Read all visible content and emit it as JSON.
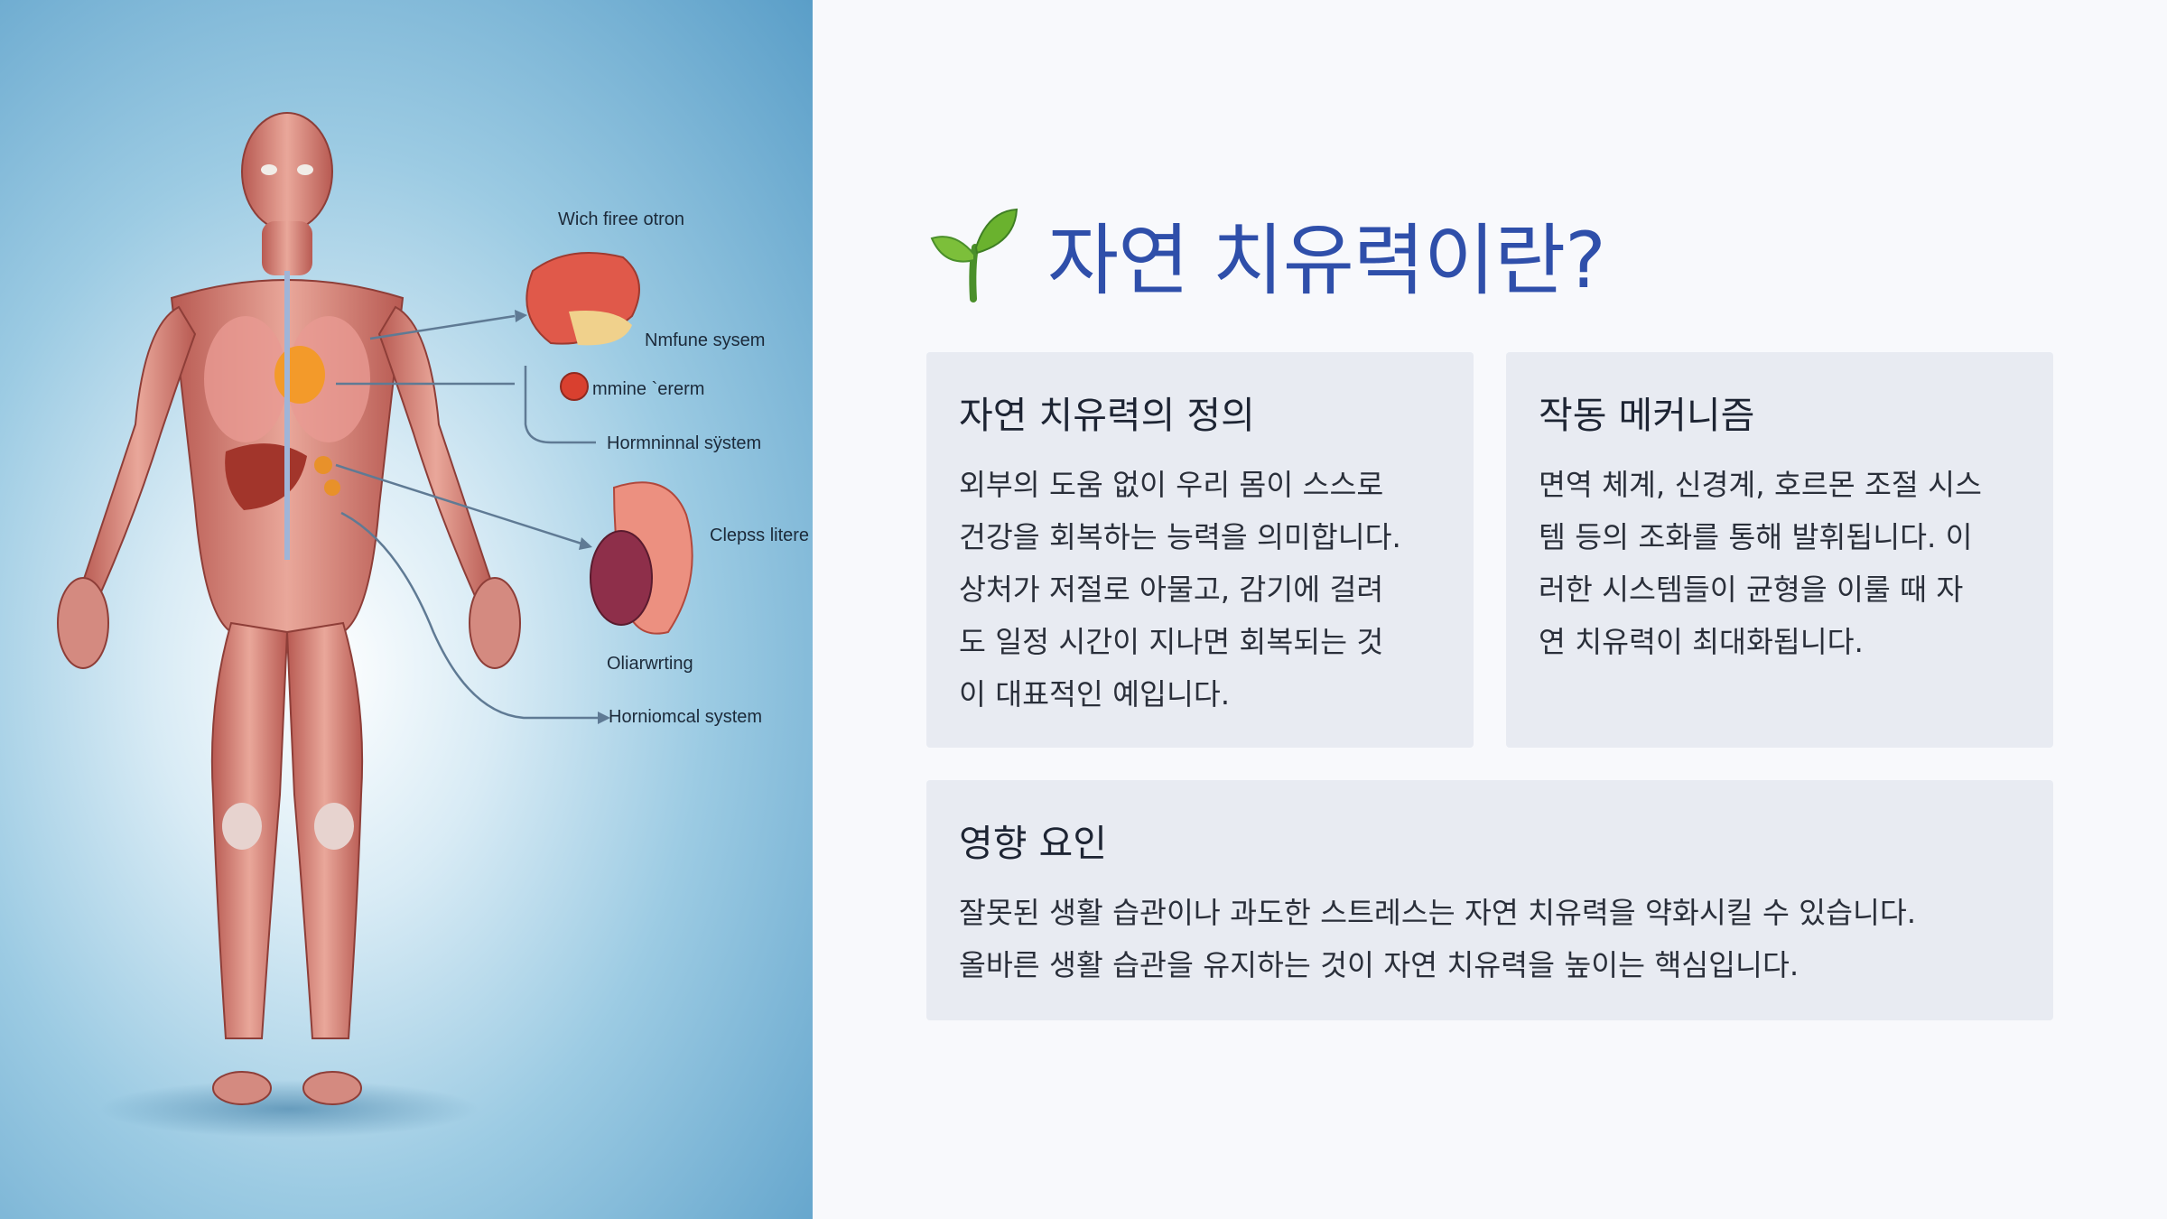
{
  "illustration": {
    "annotations": [
      "Wich firee otron",
      "Nmfune sysem",
      "mmine `ererm",
      "Hormninnal sÿstem",
      "Clepss litere",
      "Oliarwrting",
      "Horniomcal system"
    ]
  },
  "header": {
    "icon": "sprout-icon",
    "title": "자연 치유력이란?"
  },
  "cards": [
    {
      "title": "자연 치유력의 정의",
      "lines": [
        "외부의 도움 없이 우리 몸이 스스로",
        "건강을 회복하는 능력을 의미합니다.",
        "상처가 저절로 아물고, 감기에 걸려",
        "도 일정 시간이 지나면 회복되는 것",
        "이 대표적인 예입니다."
      ]
    },
    {
      "title": "작동 메커니즘",
      "lines": [
        "면역 체계, 신경계, 호르몬 조절 시스",
        "템 등의 조화를 통해 발휘됩니다. 이",
        "러한 시스템들이 균형을 이룰 때 자",
        "연 치유력이 최대화됩니다."
      ]
    },
    {
      "title": "영향 요인",
      "lines": [
        "잘못된 생활 습관이나 과도한 스트레스는 자연 치유력을 약화시킬 수 있습니다.",
        "올바른 생활 습관을 유지하는 것이 자연 치유력을 높이는 핵심입니다."
      ]
    }
  ],
  "colors": {
    "title": "#2f4faa",
    "card_bg": "#e8ebf2",
    "panel_blue": "#5a9ec8"
  }
}
